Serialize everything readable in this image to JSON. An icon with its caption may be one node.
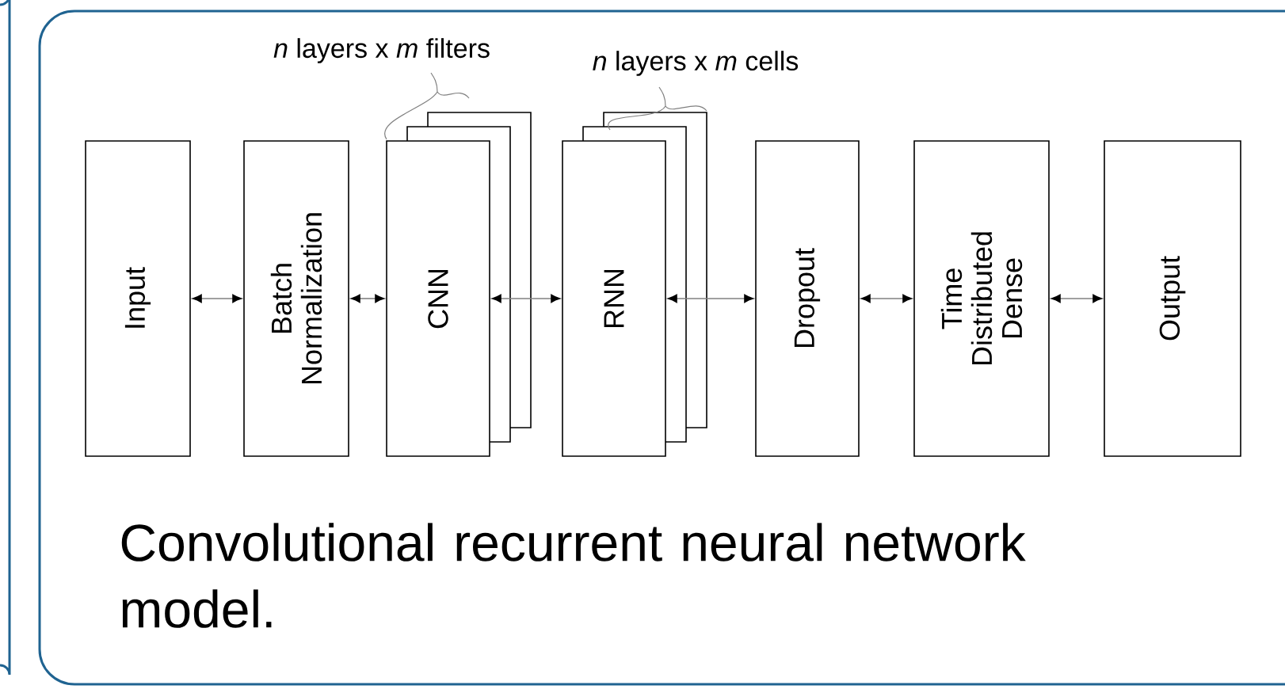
{
  "diagram": {
    "caption": "Convolutional recurrent neural network model.",
    "nodes": [
      {
        "text": [
          "Input"
        ]
      },
      {
        "text": [
          "Batch Normalization"
        ]
      },
      {
        "text": [
          "CNN"
        ]
      },
      {
        "text": [
          "RNN"
        ]
      },
      {
        "text": [
          "Dropout"
        ]
      },
      {
        "text": [
          "Time Distributed Dense"
        ]
      },
      {
        "text": [
          "Output"
        ]
      }
    ],
    "edges": [
      {
        "from": 0,
        "to": 1,
        "arrow": "both"
      },
      {
        "from": 1,
        "to": 2,
        "arrow": "both"
      },
      {
        "from": 2,
        "to": 3,
        "arrow": "both"
      },
      {
        "from": 3,
        "to": 4,
        "arrow": "both"
      },
      {
        "from": 4,
        "to": 5,
        "arrow": "both"
      },
      {
        "from": 5,
        "to": 6,
        "arrow": "both"
      }
    ],
    "labels": [
      "*n* layers x *m* filters",
      "*n* layers x *m* cells"
    ]
  }
}
